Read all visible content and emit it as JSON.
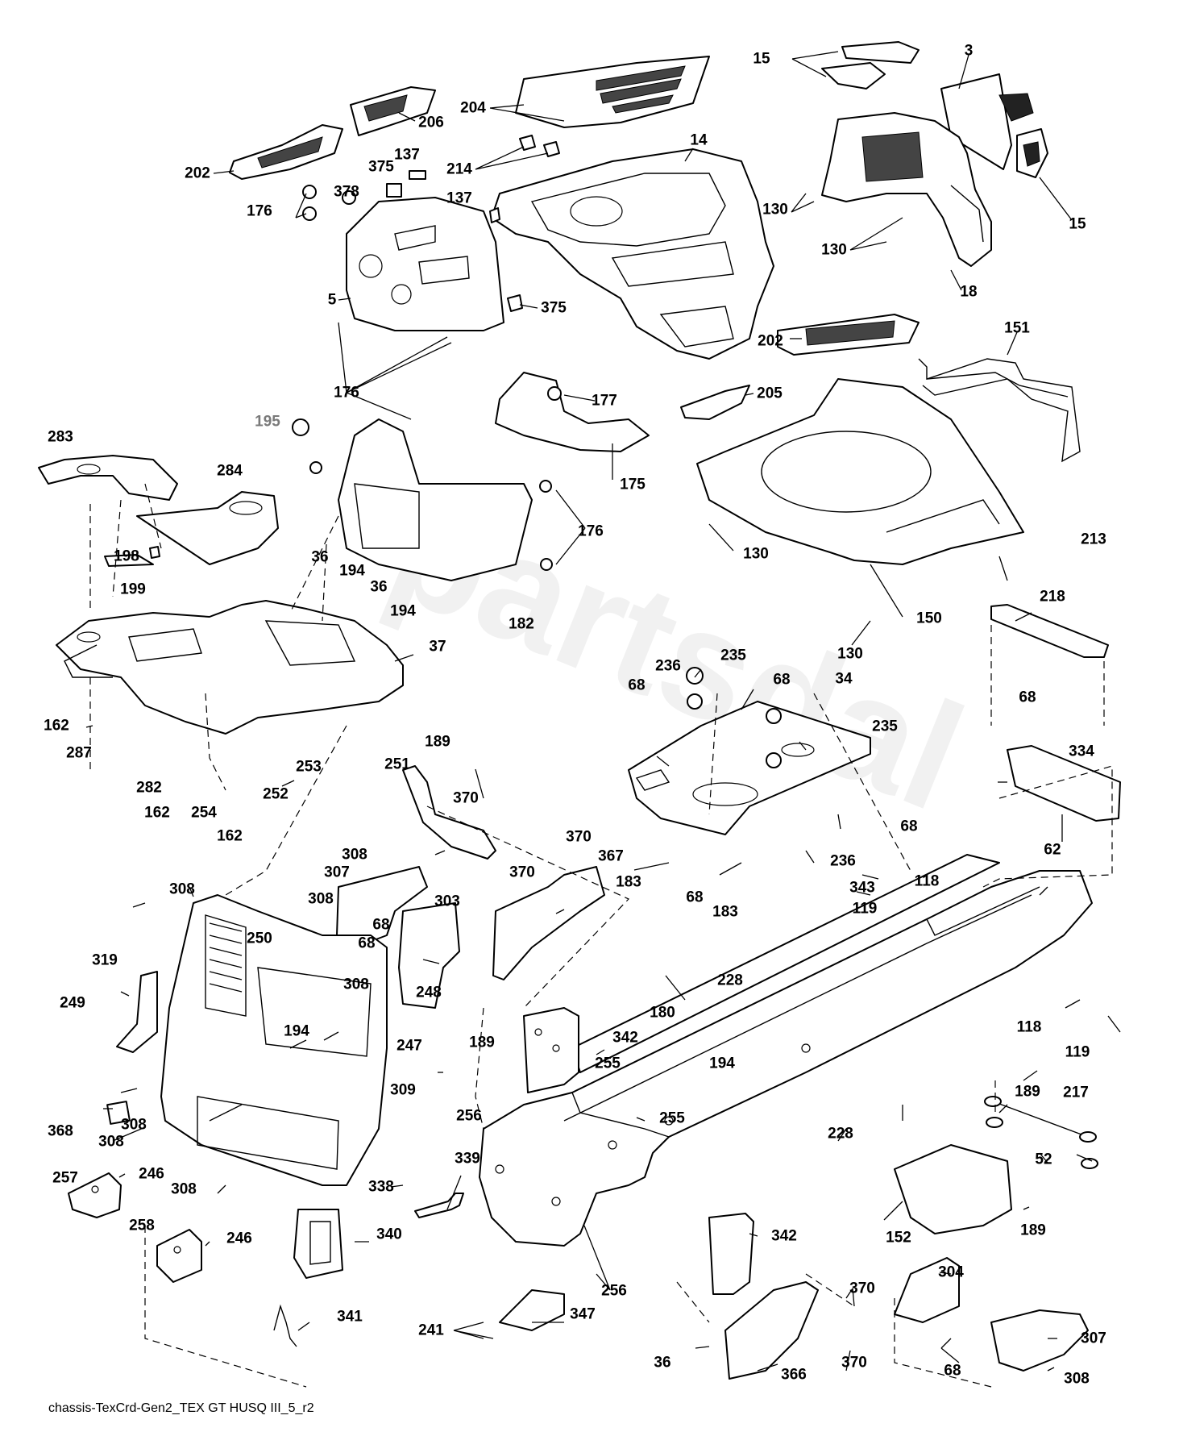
{
  "diagram": {
    "caption": "chassis-TexCrd-Gen2_TEX GT HUSQ III_5_r2",
    "watermark": "partsdal",
    "callouts": [
      {
        "id": "c15a",
        "text": "15"
      },
      {
        "id": "c3",
        "text": "3"
      },
      {
        "id": "c204",
        "text": "204"
      },
      {
        "id": "c206",
        "text": "206"
      },
      {
        "id": "c14",
        "text": "14"
      },
      {
        "id": "c202a",
        "text": "202"
      },
      {
        "id": "c137a",
        "text": "137"
      },
      {
        "id": "c375a",
        "text": "375"
      },
      {
        "id": "c214",
        "text": "214"
      },
      {
        "id": "c378",
        "text": "378"
      },
      {
        "id": "c137b",
        "text": "137"
      },
      {
        "id": "c176a",
        "text": "176"
      },
      {
        "id": "c130a",
        "text": "130"
      },
      {
        "id": "c15b",
        "text": "15"
      },
      {
        "id": "c130b",
        "text": "130"
      },
      {
        "id": "c5",
        "text": "5"
      },
      {
        "id": "c375b",
        "text": "375"
      },
      {
        "id": "c18",
        "text": "18"
      },
      {
        "id": "c202b",
        "text": "202"
      },
      {
        "id": "c151",
        "text": "151"
      },
      {
        "id": "c176b",
        "text": "176"
      },
      {
        "id": "c177",
        "text": "177"
      },
      {
        "id": "c205",
        "text": "205"
      },
      {
        "id": "c195",
        "text": "195"
      },
      {
        "id": "c283",
        "text": "283"
      },
      {
        "id": "c284",
        "text": "284"
      },
      {
        "id": "c175",
        "text": "175"
      },
      {
        "id": "c176c",
        "text": "176"
      },
      {
        "id": "c130c",
        "text": "130"
      },
      {
        "id": "c36a",
        "text": "36"
      },
      {
        "id": "c198",
        "text": "198"
      },
      {
        "id": "c194a",
        "text": "194"
      },
      {
        "id": "c213",
        "text": "213"
      },
      {
        "id": "c36b",
        "text": "36"
      },
      {
        "id": "c199",
        "text": "199"
      },
      {
        "id": "c194b",
        "text": "194"
      },
      {
        "id": "c182",
        "text": "182"
      },
      {
        "id": "c150",
        "text": "150"
      },
      {
        "id": "c218",
        "text": "218"
      },
      {
        "id": "c37",
        "text": "37"
      },
      {
        "id": "c130d",
        "text": "130"
      },
      {
        "id": "c236a",
        "text": "236"
      },
      {
        "id": "c235a",
        "text": "235"
      },
      {
        "id": "c68a",
        "text": "68"
      },
      {
        "id": "c34",
        "text": "34"
      },
      {
        "id": "c68b",
        "text": "68"
      },
      {
        "id": "c68c",
        "text": "68"
      },
      {
        "id": "c235b",
        "text": "235"
      },
      {
        "id": "c162a",
        "text": "162"
      },
      {
        "id": "c287",
        "text": "287"
      },
      {
        "id": "c189a",
        "text": "189"
      },
      {
        "id": "c253",
        "text": "253"
      },
      {
        "id": "c251",
        "text": "251"
      },
      {
        "id": "c334",
        "text": "334"
      },
      {
        "id": "c282",
        "text": "282"
      },
      {
        "id": "c370a",
        "text": "370"
      },
      {
        "id": "c252",
        "text": "252"
      },
      {
        "id": "c162b",
        "text": "162"
      },
      {
        "id": "c254",
        "text": "254"
      },
      {
        "id": "c162c",
        "text": "162"
      },
      {
        "id": "c68d",
        "text": "68"
      },
      {
        "id": "c62",
        "text": "62"
      },
      {
        "id": "c370b",
        "text": "370"
      },
      {
        "id": "c308a",
        "text": "308"
      },
      {
        "id": "c367",
        "text": "367"
      },
      {
        "id": "c236b",
        "text": "236"
      },
      {
        "id": "c307a",
        "text": "307"
      },
      {
        "id": "c370c",
        "text": "370"
      },
      {
        "id": "c183a",
        "text": "183"
      },
      {
        "id": "c343",
        "text": "343"
      },
      {
        "id": "c118a",
        "text": "118"
      },
      {
        "id": "c308b",
        "text": "308"
      },
      {
        "id": "c303",
        "text": "303"
      },
      {
        "id": "c68e",
        "text": "68"
      },
      {
        "id": "c183b",
        "text": "183"
      },
      {
        "id": "c308c",
        "text": "308"
      },
      {
        "id": "c119a",
        "text": "119"
      },
      {
        "id": "c68f",
        "text": "68"
      },
      {
        "id": "c250",
        "text": "250"
      },
      {
        "id": "c68g",
        "text": "68"
      },
      {
        "id": "c319",
        "text": "319"
      },
      {
        "id": "c308d",
        "text": "308"
      },
      {
        "id": "c228a",
        "text": "228"
      },
      {
        "id": "c249",
        "text": "249"
      },
      {
        "id": "c248",
        "text": "248"
      },
      {
        "id": "c180",
        "text": "180"
      },
      {
        "id": "c118b",
        "text": "118"
      },
      {
        "id": "c194c",
        "text": "194"
      },
      {
        "id": "c342a",
        "text": "342"
      },
      {
        "id": "c247",
        "text": "247"
      },
      {
        "id": "c189b",
        "text": "189"
      },
      {
        "id": "c119b",
        "text": "119"
      },
      {
        "id": "c194d",
        "text": "194"
      },
      {
        "id": "c255a",
        "text": "255"
      },
      {
        "id": "c309",
        "text": "309"
      },
      {
        "id": "c217",
        "text": "217"
      },
      {
        "id": "c189c",
        "text": "189"
      },
      {
        "id": "c368",
        "text": "368"
      },
      {
        "id": "c308e",
        "text": "308"
      },
      {
        "id": "c256a",
        "text": "256"
      },
      {
        "id": "c255b",
        "text": "255"
      },
      {
        "id": "c228b",
        "text": "228"
      },
      {
        "id": "c52",
        "text": "52"
      },
      {
        "id": "c308f",
        "text": "308"
      },
      {
        "id": "c339",
        "text": "339"
      },
      {
        "id": "c246a",
        "text": "246"
      },
      {
        "id": "c308g",
        "text": "308"
      },
      {
        "id": "c257",
        "text": "257"
      },
      {
        "id": "c338",
        "text": "338"
      },
      {
        "id": "c189d",
        "text": "189"
      },
      {
        "id": "c152",
        "text": "152"
      },
      {
        "id": "c258",
        "text": "258"
      },
      {
        "id": "c340",
        "text": "340"
      },
      {
        "id": "c342b",
        "text": "342"
      },
      {
        "id": "c246b",
        "text": "246"
      },
      {
        "id": "c256b",
        "text": "256"
      },
      {
        "id": "c304",
        "text": "304"
      },
      {
        "id": "c370d",
        "text": "370"
      },
      {
        "id": "c241",
        "text": "241"
      },
      {
        "id": "c347",
        "text": "347"
      },
      {
        "id": "c341",
        "text": "341"
      },
      {
        "id": "c307b",
        "text": "307"
      },
      {
        "id": "c36c",
        "text": "36"
      },
      {
        "id": "c366",
        "text": "366"
      },
      {
        "id": "c370e",
        "text": "370"
      },
      {
        "id": "c68h",
        "text": "68"
      },
      {
        "id": "c308h",
        "text": "308"
      }
    ]
  }
}
